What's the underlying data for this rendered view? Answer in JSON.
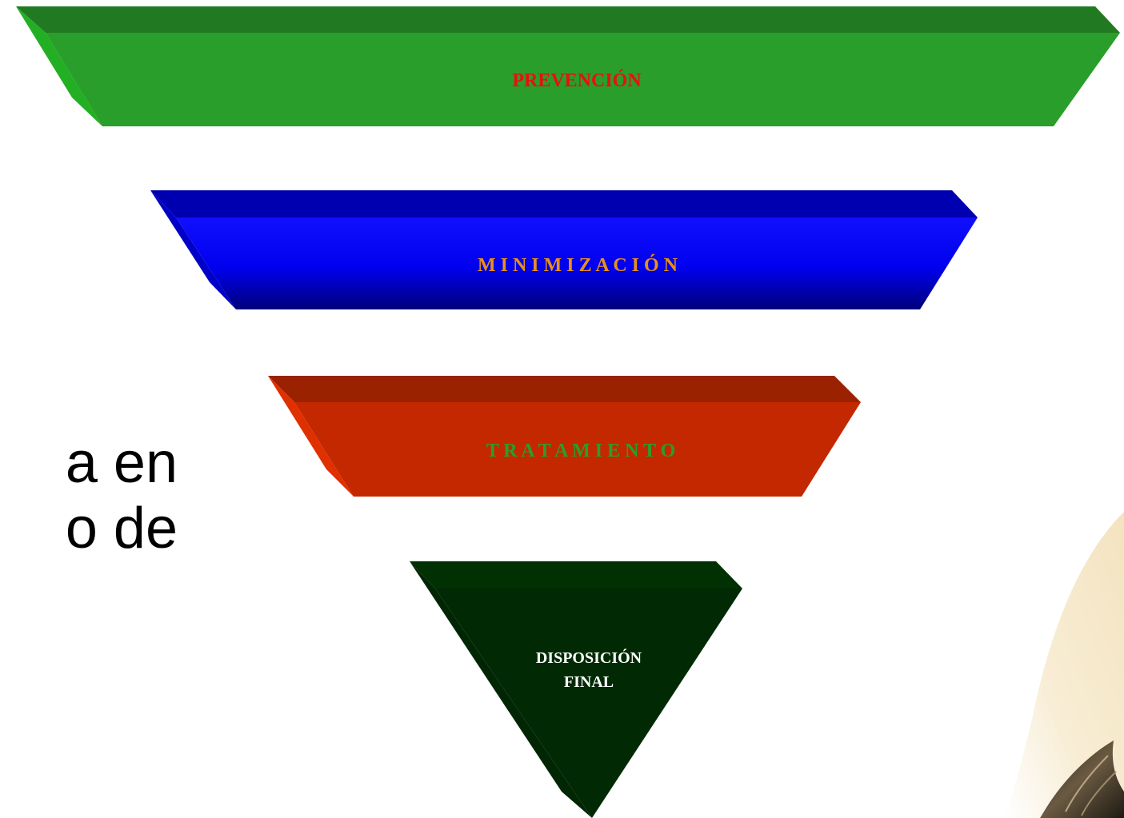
{
  "slide": {
    "background_text": [
      "a en",
      "o de"
    ]
  },
  "pyramid": {
    "levels": [
      {
        "label": "PREVENCIÓN",
        "face_color": "#2A9E2A",
        "top_color": "#217A21",
        "side_color": "#23AF23",
        "text_color": "#E8100C"
      },
      {
        "label": "M I N I M I Z A C I Ó N",
        "face_color": "#0000EE",
        "top_color": "#0000B0",
        "side_color": "#0000C8",
        "text_color": "#E8901C"
      },
      {
        "label": "T R A T A M I E N T O",
        "face_color": "#C42800",
        "top_color": "#9A2200",
        "side_color": "#E03000",
        "text_color": "#2A9E2A"
      },
      {
        "label_lines": [
          "DISPOSICIÓN",
          "FINAL"
        ],
        "face_color": "#012A04",
        "top_color": "#013003",
        "side_color": "#012A04",
        "text_color": "#FFFFFF"
      }
    ]
  },
  "decoration": {
    "icon": "bird-wing-image"
  }
}
